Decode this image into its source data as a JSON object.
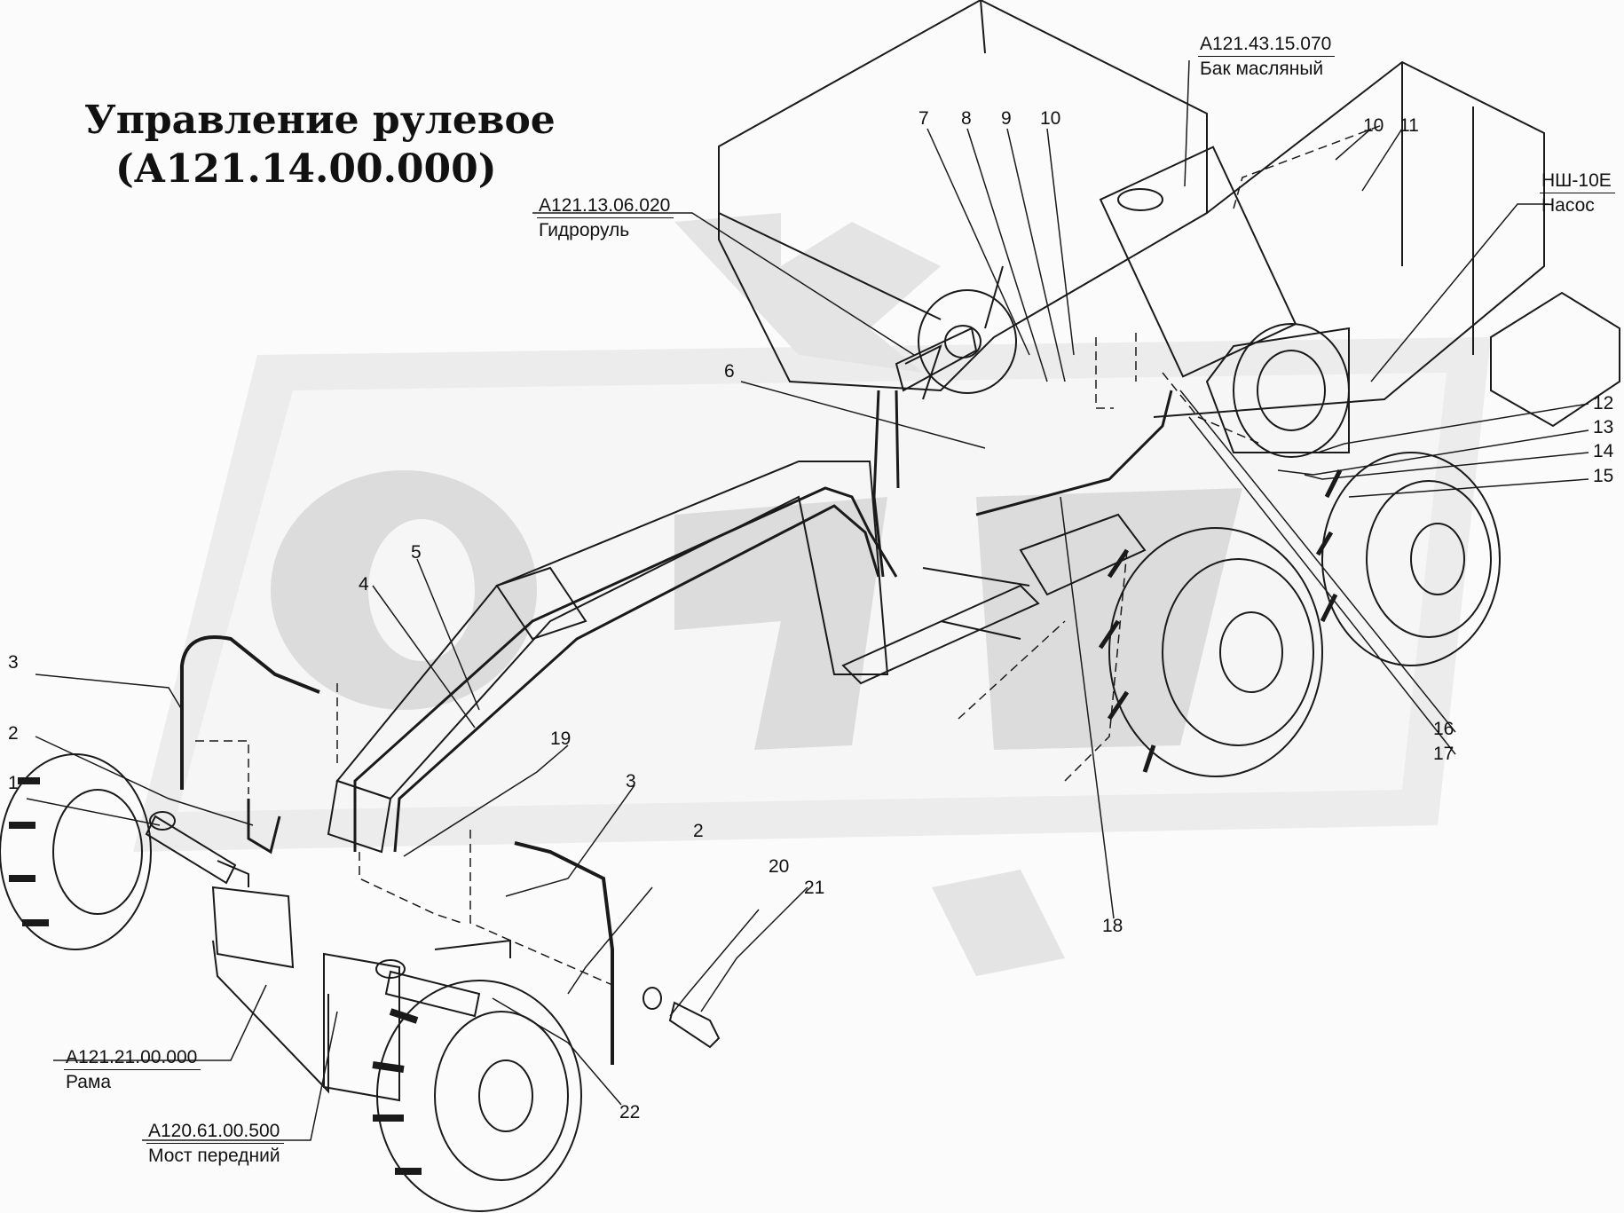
{
  "title": {
    "line1": "Управление рулевое",
    "line2": "(А121.14.00.000)"
  },
  "watermark": {
    "text": "ОРИ",
    "color": "#d8d8d8"
  },
  "references": {
    "oil_tank": {
      "code": "А121.43.15.070",
      "name": "Бак масляный"
    },
    "steering_unit": {
      "code": "А121.13.06.020",
      "name": "Гидроруль"
    },
    "pump": {
      "code": "НШ-10Е",
      "name": "Насос"
    },
    "frame": {
      "code": "А121.21.00.000",
      "name": "Рама"
    },
    "front_axle": {
      "code": "А120.61.00.500",
      "name": "Мост передний"
    }
  },
  "callouts": [
    {
      "id": "c7",
      "text": "7"
    },
    {
      "id": "c8",
      "text": "8"
    },
    {
      "id": "c9",
      "text": "9"
    },
    {
      "id": "c10a",
      "text": "10"
    },
    {
      "id": "c10b",
      "text": "10"
    },
    {
      "id": "c11",
      "text": "11"
    },
    {
      "id": "c6",
      "text": "6"
    },
    {
      "id": "c5",
      "text": "5"
    },
    {
      "id": "c4",
      "text": "4"
    },
    {
      "id": "c3a",
      "text": "3"
    },
    {
      "id": "c2a",
      "text": "2"
    },
    {
      "id": "c1",
      "text": "1"
    },
    {
      "id": "c19",
      "text": "19"
    },
    {
      "id": "c3b",
      "text": "3"
    },
    {
      "id": "c2b",
      "text": "2"
    },
    {
      "id": "c20",
      "text": "20"
    },
    {
      "id": "c21",
      "text": "21"
    },
    {
      "id": "c22",
      "text": "22"
    },
    {
      "id": "c18",
      "text": "18"
    },
    {
      "id": "c12",
      "text": "12"
    },
    {
      "id": "c13",
      "text": "13"
    },
    {
      "id": "c14",
      "text": "14"
    },
    {
      "id": "c15",
      "text": "15"
    },
    {
      "id": "c16",
      "text": "16"
    },
    {
      "id": "c17",
      "text": "17"
    }
  ]
}
